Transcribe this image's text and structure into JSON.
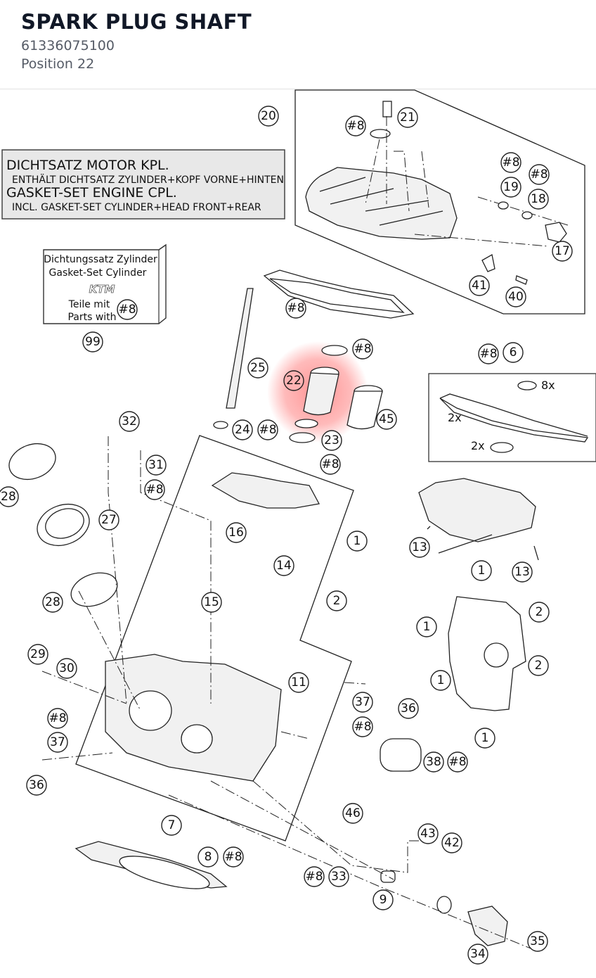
{
  "header": {
    "title": "SPARK PLUG SHAFT",
    "part_number": "61336075100",
    "position": "Position 22"
  },
  "diagram": {
    "highlight_color": "#ff3b3b",
    "highlighted_position": "22",
    "gasket_box": {
      "line1": "DICHTSATZ MOTOR KPL.",
      "line2": "ENTHÄLT DICHTSATZ ZYLINDER+KOPF VORNE+HINTEN",
      "line3": "GASKET-SET ENGINE CPL.",
      "line4": "INCL. GASKET-SET CYLINDER+HEAD FRONT+REAR"
    },
    "cylinder_kit": {
      "line1": "Dichtungssatz Zylinder",
      "line2": "Gasket-Set Cylinder",
      "logo": "KTM",
      "line3": "Teile mit",
      "line4": "Parts with",
      "tag": "#8",
      "number": "99"
    },
    "inset_labels": {
      "qty8": "8x",
      "qty2a": "2x",
      "qty2b": "2x"
    },
    "callouts": [
      {
        "label": "20"
      },
      {
        "label": "21"
      },
      {
        "label": "#8"
      },
      {
        "label": "#8"
      },
      {
        "label": "#8"
      },
      {
        "label": "19"
      },
      {
        "label": "18"
      },
      {
        "label": "17"
      },
      {
        "label": "41"
      },
      {
        "label": "40"
      },
      {
        "label": "#8"
      },
      {
        "label": "#8"
      },
      {
        "label": "25"
      },
      {
        "label": "22"
      },
      {
        "label": "45"
      },
      {
        "label": "#8"
      },
      {
        "label": "6"
      },
      {
        "label": "24"
      },
      {
        "label": "#8"
      },
      {
        "label": "23"
      },
      {
        "label": "#8"
      },
      {
        "label": "32"
      },
      {
        "label": "31"
      },
      {
        "label": "#8"
      },
      {
        "label": "28"
      },
      {
        "label": "27"
      },
      {
        "label": "16"
      },
      {
        "label": "13"
      },
      {
        "label": "13"
      },
      {
        "label": "1"
      },
      {
        "label": "14"
      },
      {
        "label": "1"
      },
      {
        "label": "28"
      },
      {
        "label": "15"
      },
      {
        "label": "2"
      },
      {
        "label": "1"
      },
      {
        "label": "2"
      },
      {
        "label": "2"
      },
      {
        "label": "1"
      },
      {
        "label": "29"
      },
      {
        "label": "30"
      },
      {
        "label": "11"
      },
      {
        "label": "37"
      },
      {
        "label": "36"
      },
      {
        "label": "#8"
      },
      {
        "label": "1"
      },
      {
        "label": "#8"
      },
      {
        "label": "37"
      },
      {
        "label": "38"
      },
      {
        "label": "#8"
      },
      {
        "label": "36"
      },
      {
        "label": "46"
      },
      {
        "label": "7"
      },
      {
        "label": "43"
      },
      {
        "label": "42"
      },
      {
        "label": "8"
      },
      {
        "label": "#8"
      },
      {
        "label": "#8"
      },
      {
        "label": "33"
      },
      {
        "label": "9"
      },
      {
        "label": "35"
      },
      {
        "label": "34"
      }
    ]
  }
}
